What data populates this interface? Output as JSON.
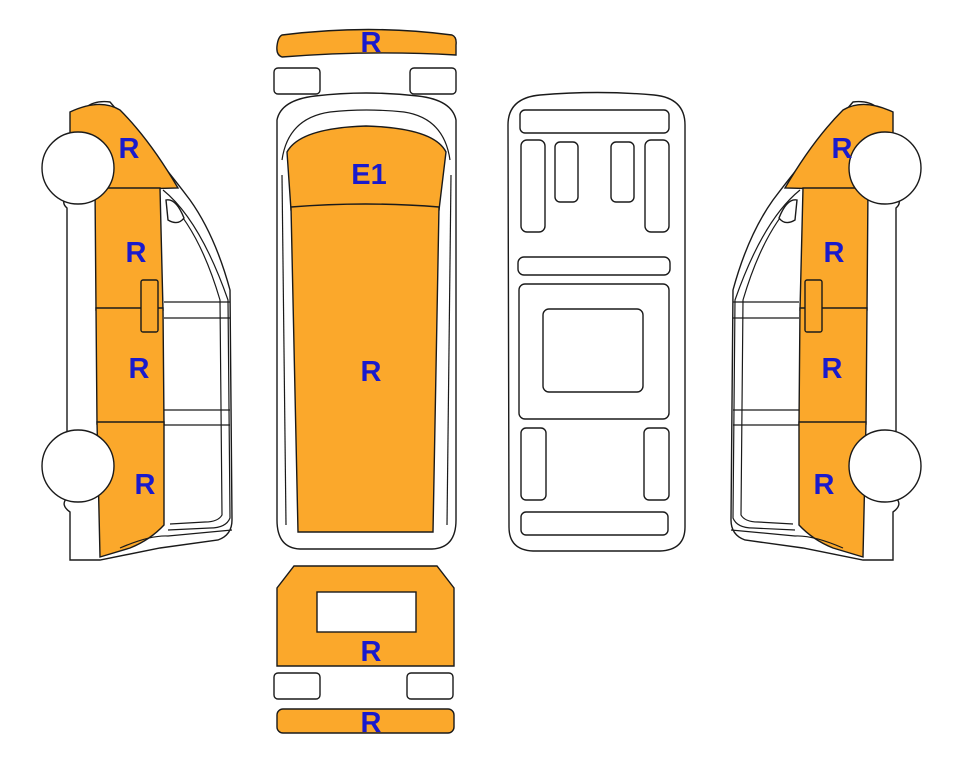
{
  "colors": {
    "damaged_panel": "#FBA82B",
    "label_text": "#1A1ACC",
    "outline": "#1A1A1A",
    "background": "#FFFFFF"
  },
  "labels": {
    "front_bumper": "R",
    "roof_front": "E1",
    "roof_main": "R",
    "rear_door": "R",
    "rear_bumper": "R",
    "left_front_fender": "R",
    "left_panel_1": "R",
    "left_panel_2": "R",
    "left_panel_3": "R",
    "right_front_fender": "R",
    "right_panel_1": "R",
    "right_panel_2": "R",
    "right_panel_3": "R"
  }
}
